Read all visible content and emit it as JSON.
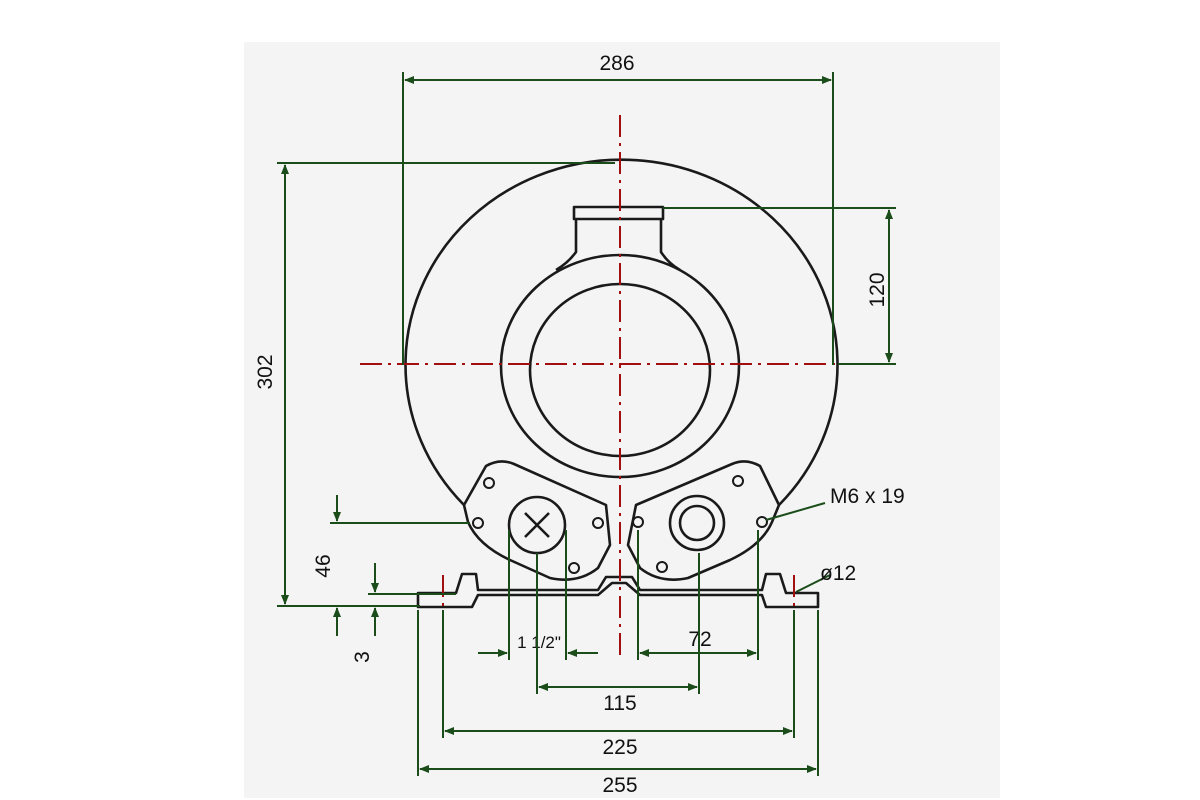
{
  "colors": {
    "outline": "#1a1a1a",
    "dimension_lines": "#1b4d1b",
    "center_lines": "#a01010"
  },
  "dimensions": {
    "overall_width": "286",
    "overall_height": "302",
    "outlet_height": "120",
    "foot_height": "46",
    "foot_thickness": "3",
    "port_size": "1 1/2\"",
    "port_spacing": "72",
    "mount_inner": "115",
    "mount_outer": "225",
    "base_width": "255"
  },
  "callouts": {
    "thread": "M6 x 19",
    "hole_diameter": "ø12"
  }
}
